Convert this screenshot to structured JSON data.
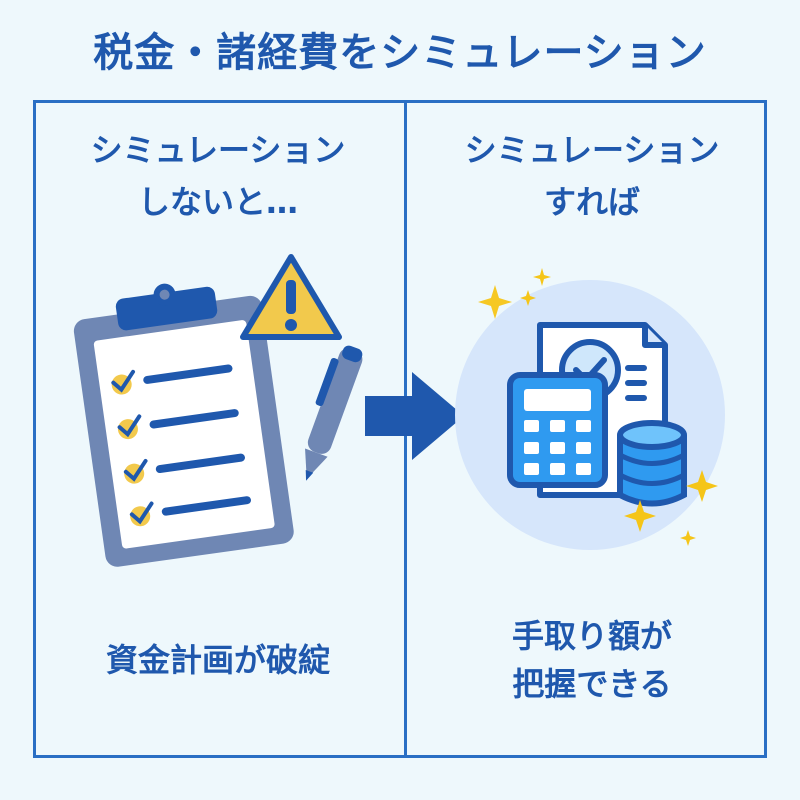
{
  "title": "税金・諸経費をシミュレーション",
  "left_panel": {
    "heading_line1": "シミュレーション",
    "heading_line2": "しないと…",
    "caption": "資金計画が破綻"
  },
  "right_panel": {
    "heading_line1": "シミュレーション",
    "heading_line2": "すれば",
    "caption_line1": "手取り額が",
    "caption_line2": "把握できる"
  },
  "icons": {
    "left": [
      "clipboard-checklist-icon",
      "warning-icon",
      "pen-icon"
    ],
    "center": "arrow-right-icon",
    "right": [
      "calculator-icon",
      "document-check-icon",
      "database-icon",
      "sparkle-icon"
    ]
  },
  "colors": {
    "primary": "#1f58ad",
    "background": "#eef8fc",
    "warning": "#f2c94c",
    "check": "#f2c94c"
  }
}
